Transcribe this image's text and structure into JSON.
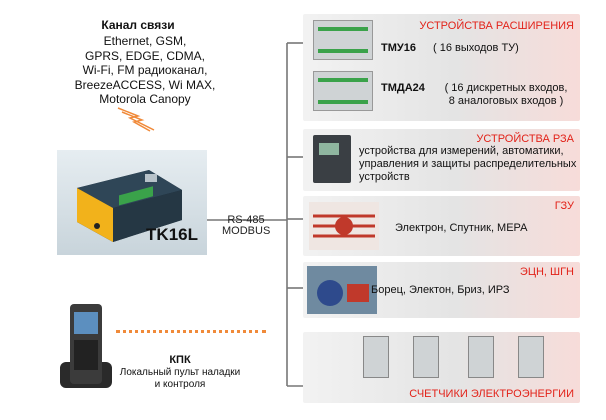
{
  "comm_channel": {
    "title": "Канал связи",
    "lines": [
      "Ethernet, GSM,",
      "GPRS, EDGE, CDMA,",
      "Wi-Fi, FM радиоканал,",
      "BreezeACCESS, Wi MAX,",
      "Motorola Canopy"
    ]
  },
  "controller": {
    "label": "TK16L"
  },
  "bus": {
    "line1": "RS-485",
    "line2": "MODBUS"
  },
  "panels": {
    "expansion": {
      "title": "УСТРОЙСТВА РАСШИРЕНИЯ",
      "items": [
        {
          "name": "ТМУ16",
          "desc": [
            "( 16 выходов ТУ)"
          ]
        },
        {
          "name": "ТМДА24",
          "desc": [
            "( 16 дискретных входов,",
            "8 аналоговых входов )"
          ]
        }
      ]
    },
    "rza": {
      "title": "УСТРОЙСТВА РЗА",
      "desc": [
        "устройства для измерений, автоматики,",
        "управления и защиты распределительных",
        "устройств"
      ]
    },
    "gzu": {
      "title": "ГЗУ",
      "desc": "Электрон,  Спутник, МЕРА"
    },
    "ecn": {
      "title": "ЭЦН, ШГН",
      "desc": "Борец, Электон, Бриз, ИРЗ"
    },
    "meters": {
      "title": "СЧЕТЧИКИ ЭЛЕКТРОЭНЕРГИИ"
    }
  },
  "kpk": {
    "title": "КПК",
    "lines": [
      "Локальный пульт наладки",
      "и контроля"
    ]
  },
  "colors": {
    "accent_red": "#e2231a",
    "line": "#777777",
    "dots": "#f08a3a"
  }
}
